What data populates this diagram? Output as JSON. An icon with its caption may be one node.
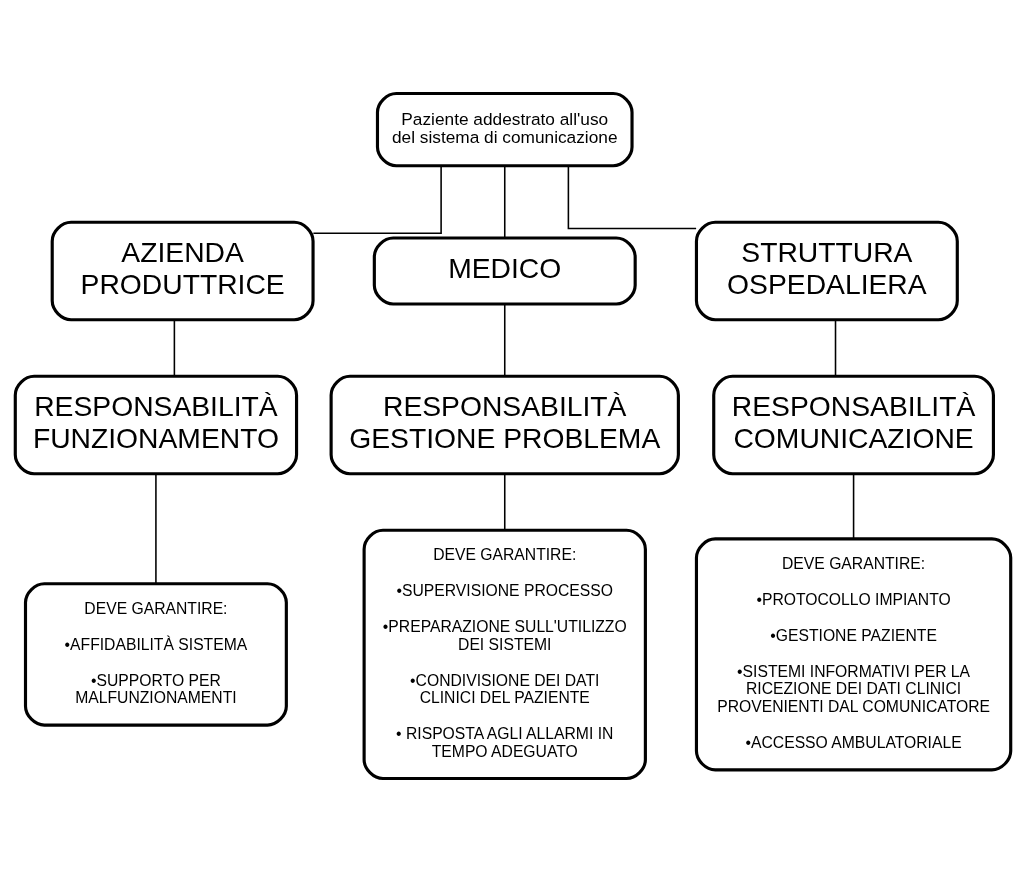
{
  "diagram": {
    "nodes": [
      {
        "text": [
          "Paziente addestrato all'uso del sistema di comunicazione"
        ]
      },
      {
        "text": [
          "AZIENDA PRODUTTRICE"
        ]
      },
      {
        "text": [
          "MEDICO"
        ]
      },
      {
        "text": [
          "STRUTTURA OSPEDALIERA"
        ]
      },
      {
        "text": [
          "RESPONSABILITÀ FUNZIONAMENTO"
        ]
      },
      {
        "text": [
          "RESPONSABILITÀ GESTIONE PROBLEMA"
        ]
      },
      {
        "text": [
          "RESPONSABILITÀ COMUNICAZIONE"
        ]
      },
      {
        "text": [
          "DEVE GARANTIRE:",
          "•AFFIDABILITÀ SISTEMA",
          "•SUPPORTO PER MALFUNZIONAMENTI"
        ]
      },
      {
        "text": [
          "DEVE GARANTIRE:",
          "•SUPERVISIONE PROCESSO",
          "•PREPARAZIONE SULL'UTILIZZO DEI SISTEMI",
          "•CONDIVISIONE DEI DATI CLINICI DEL PAZIENTE",
          "• RISPOSTA AGLI ALLARMI IN TEMPO ADEGUATO"
        ]
      },
      {
        "text": [
          "DEVE GARANTIRE:",
          "•PROTOCOLLO IMPIANTO",
          "•GESTIONE PAZIENTE",
          "•SISTEMI INFORMATIVI PER LA RICEZIONE DEI DATI CLINICI PROVENIENTI DAL COMUNICATORE",
          "•ACCESSO AMBULATORIALE"
        ]
      }
    ],
    "edges": [
      {
        "from": 0,
        "to": 1,
        "arrow": "none"
      },
      {
        "from": 0,
        "to": 2,
        "arrow": "none"
      },
      {
        "from": 0,
        "to": 3,
        "arrow": "none"
      },
      {
        "from": 1,
        "to": 4,
        "arrow": "none"
      },
      {
        "from": 2,
        "to": 5,
        "arrow": "none"
      },
      {
        "from": 3,
        "to": 6,
        "arrow": "none"
      },
      {
        "from": 4,
        "to": 7,
        "arrow": "none"
      },
      {
        "from": 5,
        "to": 8,
        "arrow": "none"
      },
      {
        "from": 6,
        "to": 9,
        "arrow": "none"
      }
    ]
  }
}
